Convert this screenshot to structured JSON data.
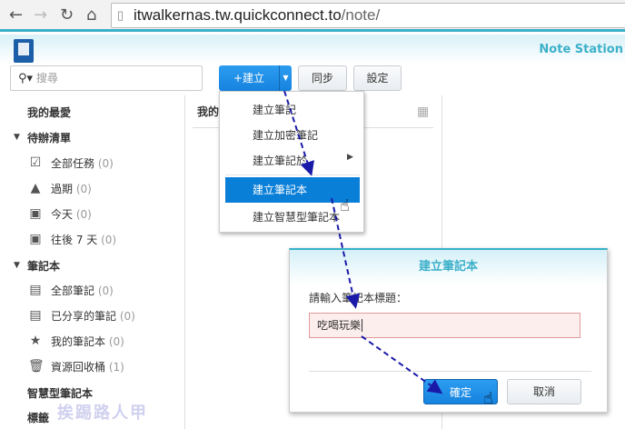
{
  "browser": {
    "url_host": "itwalkernas.tw.quickconnect.to",
    "url_path": "/note/"
  },
  "app": {
    "brand": "Note Station"
  },
  "toolbar": {
    "search_placeholder": "搜尋",
    "create_label": "+建立",
    "sync_label": "同步",
    "settings_label": "設定"
  },
  "sidebar": {
    "favorites": "我的最愛",
    "todo": {
      "title": "待辦清單",
      "items": [
        {
          "label": "全部任務",
          "count": "(0)"
        },
        {
          "label": "過期",
          "count": "(0)"
        },
        {
          "label": "今天",
          "count": "(0)"
        },
        {
          "label": "往後 7 天",
          "count": "(0)"
        }
      ]
    },
    "notebooks": {
      "title": "筆記本",
      "items": [
        {
          "label": "全部筆記",
          "count": "(0)"
        },
        {
          "label": "已分享的筆記",
          "count": "(0)"
        },
        {
          "label": "我的筆記本",
          "count": "(0)"
        },
        {
          "label": "資源回收桶",
          "count": "(1)"
        }
      ]
    },
    "smart": "智慧型筆記本",
    "tags": "標籤"
  },
  "panel": {
    "title": "我的"
  },
  "menu": {
    "items": [
      "建立筆記",
      "建立加密筆記",
      "建立筆記於",
      "建立筆記本",
      "建立智慧型筆記本"
    ]
  },
  "dialog": {
    "title": "建立筆記本",
    "prompt": "請輸入筆記本標題：",
    "value": "吃喝玩樂",
    "ok": "確定",
    "cancel": "取消"
  },
  "watermark": "挨踢路人甲",
  "colors": {
    "accent": "#1683df",
    "teal": "#3bb0c9"
  }
}
